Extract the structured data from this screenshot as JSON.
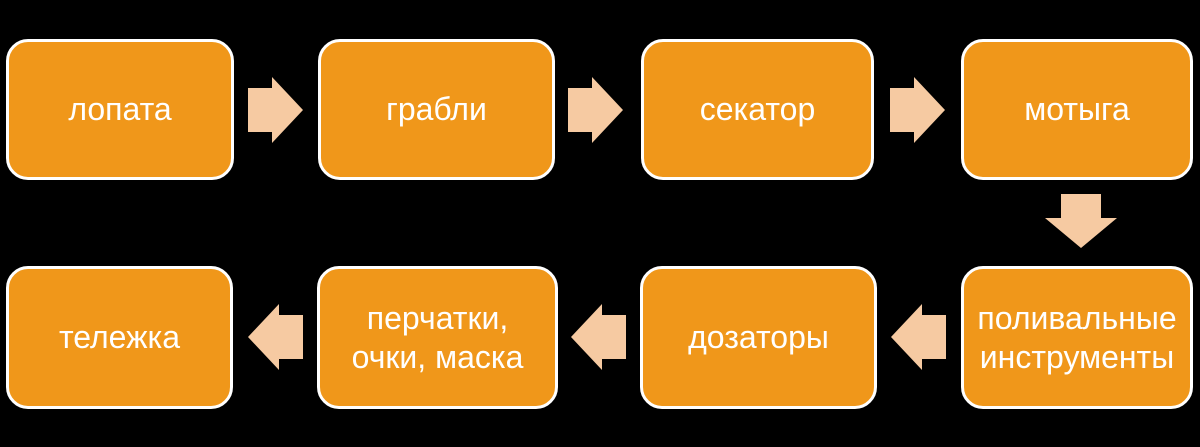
{
  "diagram": {
    "background_color": "#000000",
    "box_fill_color": "#F0971A",
    "box_border_color": "#FFFFFF",
    "box_text_color": "#FFFFFF",
    "arrow_color": "#F6CAA2",
    "boxes": [
      {
        "id": "lopata",
        "label": "лопата"
      },
      {
        "id": "grabli",
        "label": "грабли"
      },
      {
        "id": "sekator",
        "label": "секатор"
      },
      {
        "id": "motyga",
        "label": "мотыга"
      },
      {
        "id": "polivalnye-instrumenty",
        "label": "поливальные инструменты"
      },
      {
        "id": "dozatory",
        "label": "дозаторы"
      },
      {
        "id": "perchatki-ochki-maska",
        "label": "перчатки, очки, маска"
      },
      {
        "id": "telezhka",
        "label": "тележка"
      }
    ],
    "arrows": [
      {
        "from": "лопата",
        "to": "грабли",
        "direction": "right"
      },
      {
        "from": "грабли",
        "to": "секатор",
        "direction": "right"
      },
      {
        "from": "секатор",
        "to": "мотыга",
        "direction": "right"
      },
      {
        "from": "мотыга",
        "to": "поливальные инструменты",
        "direction": "down"
      },
      {
        "from": "поливальные инструменты",
        "to": "дозаторы",
        "direction": "left"
      },
      {
        "from": "дозаторы",
        "to": "перчатки, очки, маска",
        "direction": "left"
      },
      {
        "from": "перчатки, очки, маска",
        "to": "тележка",
        "direction": "left"
      }
    ]
  }
}
